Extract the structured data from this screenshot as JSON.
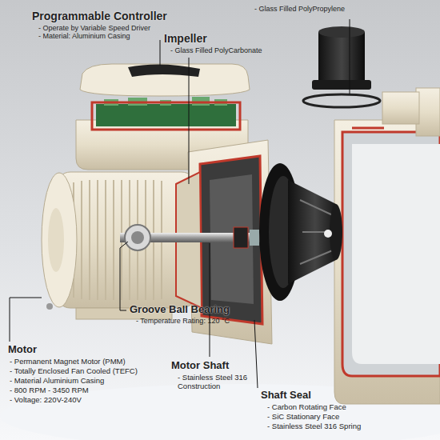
{
  "diagram": {
    "labels": [
      "Programmable Controller",
      "- Operate by Variable Speed Driver",
      "- Material: Aluminium Casing",
      "- Glass Filled PolyPropylene",
      "Impeller",
      "- Glass Filled PolyCarbonate",
      "Groove Ball Bearing",
      "- Temperature Rating: 120 °C",
      "Motor",
      "- Permanent Magnet Motor (PMM)",
      "- Totally Enclosed Fan Cooled (TEFC)",
      "- Material Aluminium Casing",
      "- 800 RPM - 3450 RPM",
      "- Voltage: 220V-240V",
      "Motor Shaft",
      "- Stainless Steel 316 Construction",
      "Shaft Seal",
      "- Carbon Rotating Face",
      "- SiC Stationary Face",
      "- Stainless Steel 316 Spring"
    ]
  }
}
